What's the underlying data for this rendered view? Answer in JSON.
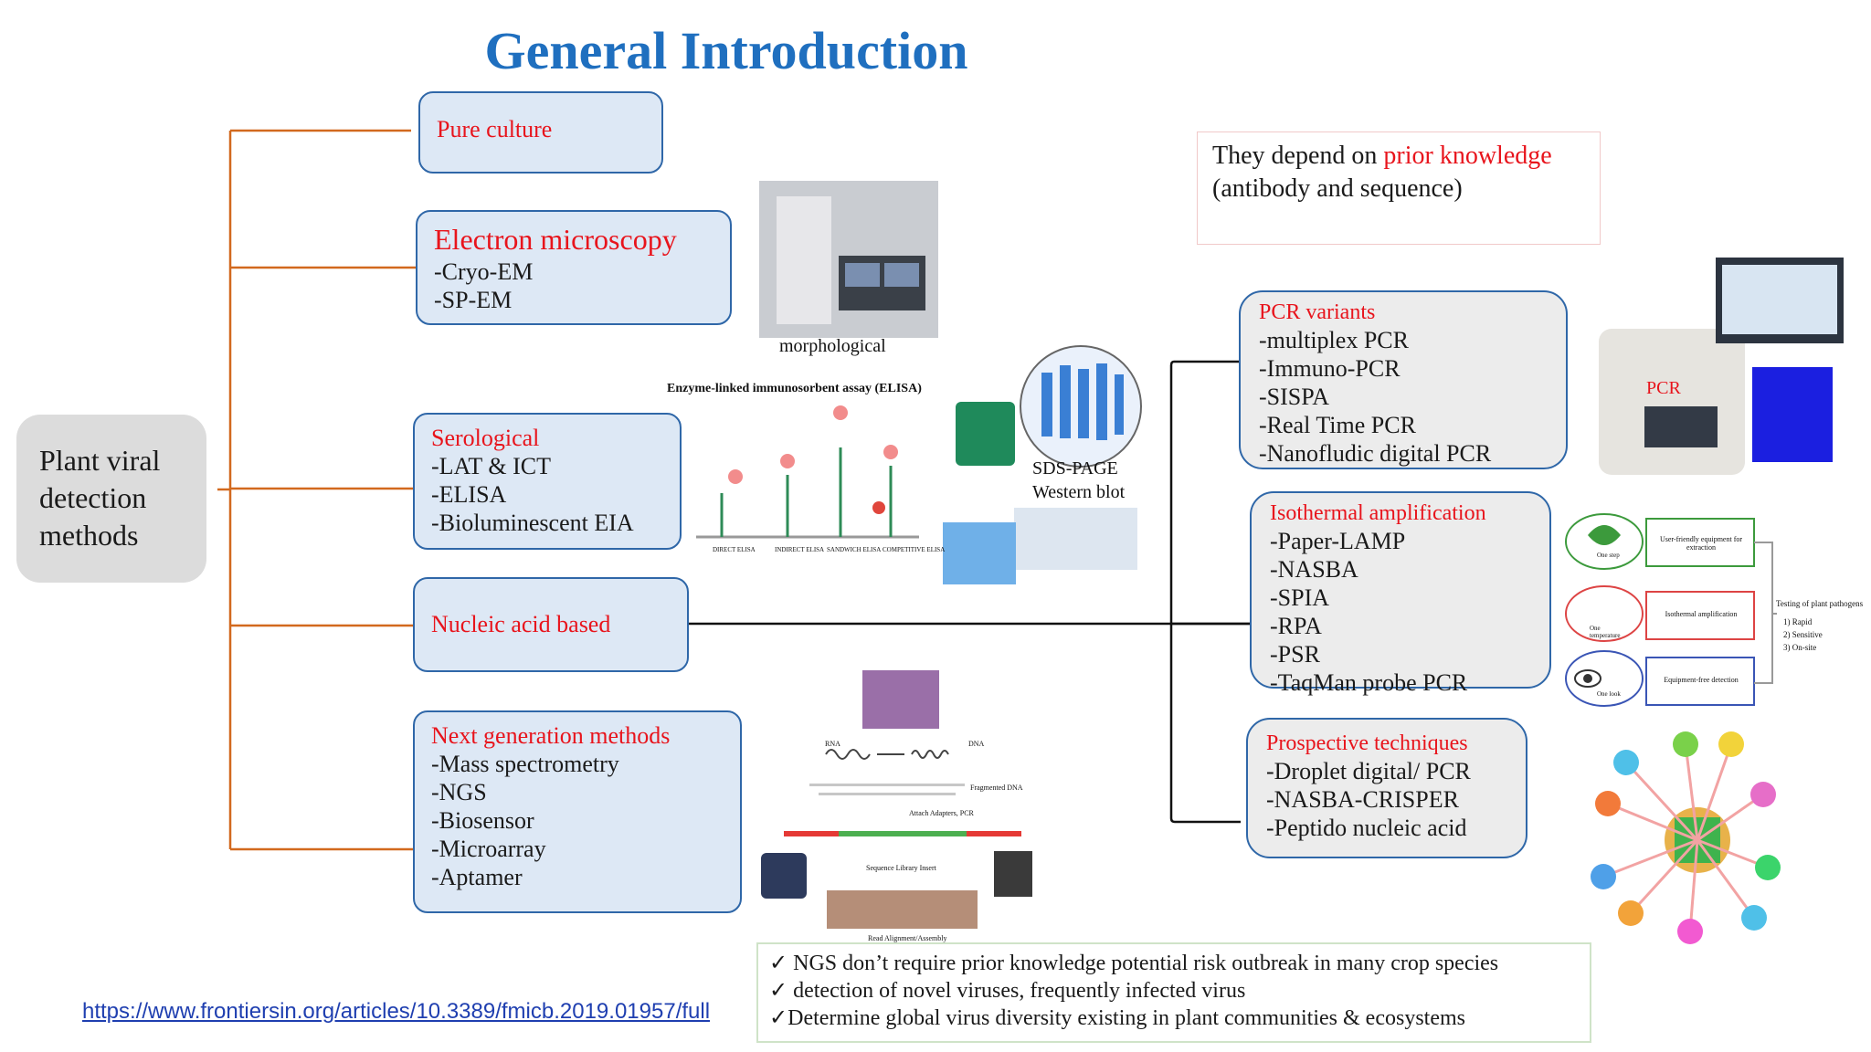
{
  "title": "General Introduction",
  "root": {
    "lines": [
      "Plant viral",
      "detection",
      "methods"
    ]
  },
  "methods": [
    {
      "head": "Pure culture",
      "items": []
    },
    {
      "head": "Electron microscopy",
      "items": [
        "-Cryo-EM",
        "-SP-EM"
      ]
    },
    {
      "head": "Serological",
      "items": [
        "-LAT & ICT",
        "-ELISA",
        "-Bioluminescent EIA"
      ]
    },
    {
      "head": "Nucleic acid based",
      "items": []
    },
    {
      "head": "Next generation methods",
      "items": [
        "-Mass spectrometry",
        "-NGS",
        "-Biosensor",
        "-Microarray",
        "-Aptamer"
      ]
    }
  ],
  "captions": {
    "morphological": "morphological",
    "elisa": "Enzyme-linked immunosorbent assay (ELISA)",
    "sds": "SDS-PAGE",
    "western": "Western blot",
    "pcr_label": "PCR",
    "elisa_types": [
      "DIRECT ELISA",
      "INDIRECT ELISA",
      "SANDWICH ELISA",
      "COMPETITIVE ELISA"
    ],
    "ngs": {
      "rna": "RNA",
      "dna": "DNA",
      "fragmented": "Fragmented DNA",
      "attach": "Attach Adapters, PCR",
      "library": "Sequence Library Insert",
      "alignment": "Read Alignment/Assembly"
    },
    "lamp": {
      "one_step": "One step",
      "one_temp": "One temperature",
      "one_look": "One look",
      "user_friendly": "User-friendly equipment for extraction",
      "iso": "Isothermal amplification",
      "free": "Equipment-free detection",
      "testing": "Testing of plant pathogens",
      "p1": "1) Rapid",
      "p2": "2) Sensitive",
      "p3": "3) On-site"
    }
  },
  "note": {
    "part1": "They depend on ",
    "highlight": "prior knowledge",
    "line2": "(antibody and sequence)"
  },
  "nucleic_groups": [
    {
      "head": "PCR variants",
      "items": [
        "-multiplex PCR",
        "-Immuno-PCR",
        "-SISPA",
        "-Real Time PCR",
        "-Nanofludic digital PCR"
      ]
    },
    {
      "head": "Isothermal amplification",
      "items": [
        "-Paper-LAMP",
        "-NASBA",
        "-SPIA",
        "-RPA",
        "-PSR",
        "-TaqMan probe PCR"
      ]
    },
    {
      "head": "Prospective techniques",
      "items": [
        "-Droplet digital/ PCR",
        "-NASBA-CRISPER",
        "-Peptido nucleic acid"
      ]
    }
  ],
  "bottom_notes": [
    "✓ NGS don’t require prior knowledge  potential risk outbreak in many crop species",
    "✓ detection of novel viruses, frequently infected virus",
    "✓Determine global virus diversity existing in plant communities & ecosystems"
  ],
  "link": "https://www.frontiersin.org/articles/10.3389/fmicb.2019.01957/full",
  "colors": {
    "title": "#1f6fbf",
    "head": "#e8141c",
    "bracket": "#d2691e",
    "border": "#2f67a8"
  }
}
